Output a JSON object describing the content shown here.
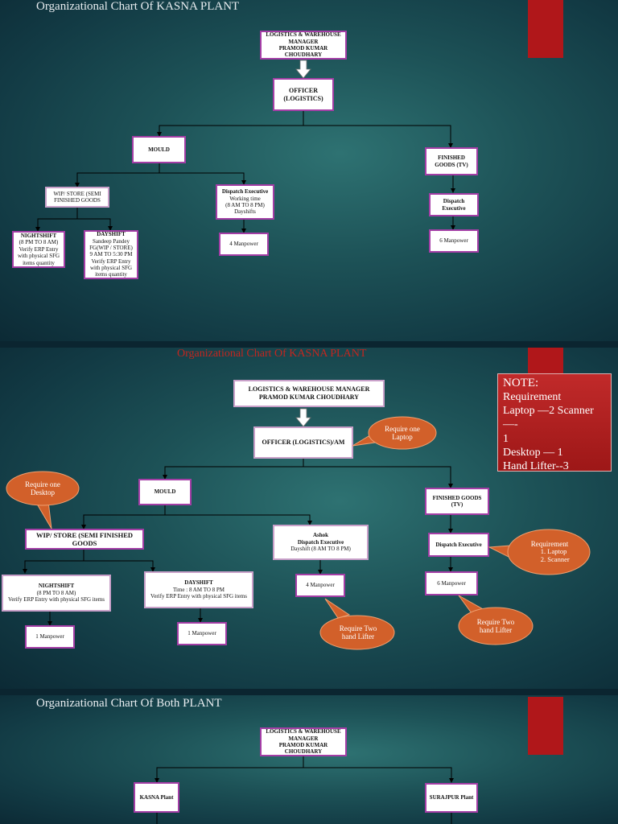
{
  "slide1": {
    "title": "Organizational Chart Of KASNA PLANT",
    "manager": [
      "LOGISTICS & WAREHOUSE",
      "MANAGER",
      "PRAMOD KUMAR",
      "CHOUDHARY"
    ],
    "officer": [
      "OFFICER",
      "(LOGISTICS)"
    ],
    "mould": "MOULD",
    "finished_goods": [
      "FINISHED",
      "GOODS (TV)"
    ],
    "wip": [
      "WIP/ STORE (SEMI",
      "FINISHED GOODS"
    ],
    "dispatch_mould": {
      "title": "Dispatch Executive",
      "lines": [
        "Working time",
        "(8 AM TO 8 PM)",
        "Dayshifts"
      ]
    },
    "dispatch_fg": [
      "Dispatch",
      "Executive"
    ],
    "nightshift": {
      "title": "NIGHTSHIFT",
      "lines": [
        "(8 PM TO 8 AM)",
        "Verify ERP Entry",
        "with physical SFG",
        "items quantity"
      ]
    },
    "dayshift": {
      "title": "DAYSHIFT",
      "lines": [
        "Sandeep Pandey",
        "FG(WIP / STORE)",
        "9 AM TO 5:30 PM",
        "Verify ERP Entry",
        "with physical SFG",
        "items quantity"
      ]
    },
    "manpower_mould": "4 Manpower",
    "manpower_fg": "6 Manpower"
  },
  "slide2": {
    "title": "Organizational Chart Of KASNA PLANT",
    "manager": [
      "LOGISTICS & WAREHOUSE MANAGER",
      "PRAMOD KUMAR CHOUDHARY"
    ],
    "officer": "OFFICER (LOGISTICS)/AM",
    "mould": "MOULD",
    "finished_goods": [
      "FINISHED GOODS",
      "(TV)"
    ],
    "wip": [
      "WIP/ STORE (SEMI FINISHED",
      "GOODS"
    ],
    "dispatch_mould": {
      "name": "Ashok",
      "title": "Dispatch Executive",
      "lines": [
        "Dayshift (8 AM TO 8 PM)"
      ]
    },
    "dispatch_fg": "Dispatch Executive",
    "nightshift": {
      "title": "NIGHTSHIFT",
      "lines": [
        "(8 PM TO 8 AM)",
        "Verify ERP Entry with physical SFG items"
      ]
    },
    "dayshift": {
      "title": "DAYSHIFT",
      "lines": [
        "Time : 8 AM TO 8 PM",
        "Verify ERP Entry with physical SFG items"
      ]
    },
    "manpower_night": "1 Manpower",
    "manpower_day": "1 Manpower",
    "manpower_mould": "4 Manpower",
    "manpower_fg": "6 Manpower",
    "callouts": {
      "laptop": [
        "Require  one",
        "Laptop"
      ],
      "desktop": [
        "Require  one",
        "Desktop"
      ],
      "lifter_mould": [
        "Require  Two",
        "hand Lifter"
      ],
      "lifter_fg": [
        "Require  Two",
        "hand Lifter"
      ],
      "requirement": {
        "title": "Requirement",
        "items": [
          "Laptop",
          "Scanner"
        ]
      }
    },
    "note": {
      "heading": "NOTE:",
      "lines": [
        "Requirement",
        "Laptop —2 Scanner —-",
        "1",
        "Desktop — 1",
        "Hand Lifter--3"
      ]
    }
  },
  "slide3": {
    "title": "Organizational Chart Of Both PLANT",
    "manager": [
      "LOGISTICS & WAREHOUSE",
      "MANAGER",
      "PRAMOD KUMAR",
      "CHOUDHARY"
    ],
    "kasna": "KASNA Plant",
    "surajpur": "SURAJPUR Plant"
  },
  "colors": {
    "box_border": "#a43ea6",
    "red_bar": "#b0171a",
    "callout": "#d2602a",
    "note_bg": "#b32020",
    "red_title": "#c3261f"
  }
}
